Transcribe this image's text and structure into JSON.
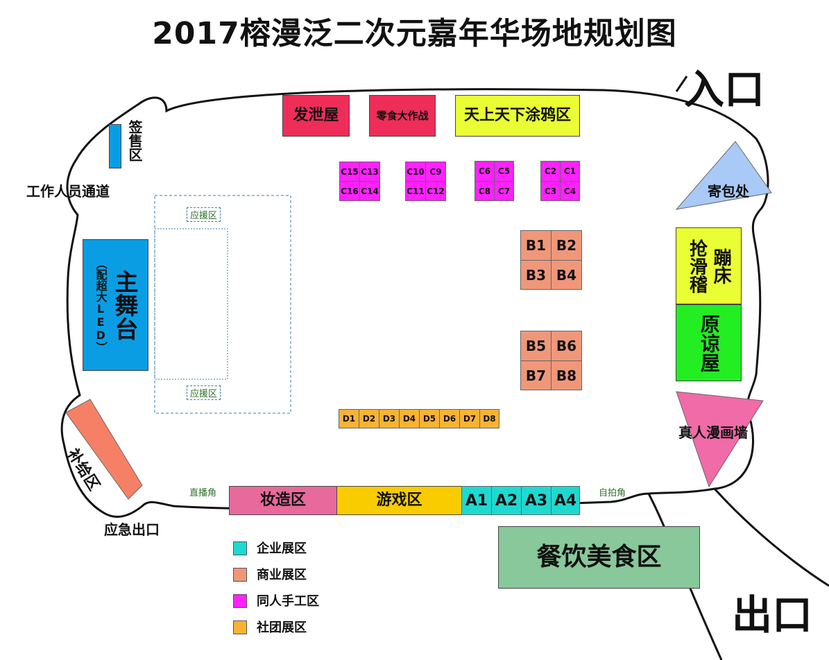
{
  "title": "2017榕漫泛二次元嘉年华场地规划图",
  "entrance": "入口",
  "exit": "出口",
  "emergency_exit": "应急出口",
  "staff_passage": "工作人员通道",
  "colors": {
    "enterprise": "#1ed9d0",
    "commerce": "#f0977a",
    "doujin": "#ff22ff",
    "club": "#f9b233",
    "main_stage": "#0b9de4",
    "ticket": "#0b9de4",
    "food": "#88c89a",
    "red": "#ee2e58",
    "yellow": "#eaff33",
    "green": "#22ee22",
    "pink": "#f06ba7",
    "baggage": "#a9c9f7",
    "supply": "#f68066",
    "makeup": "#e8699c",
    "games": "#f9cc00"
  },
  "zones": {
    "ticket": "签售区",
    "main_stage": "主舞台",
    "main_stage_note": "（配超大LED）",
    "cheer_top": "应援区",
    "cheer_bottom": "应援区",
    "supply": "补给区",
    "vent": "发泄屋",
    "snack": "零食大作战",
    "graffiti": "天上天下涂鸦区",
    "baggage": "寄包处",
    "funny": "抢滑稽",
    "trampoline": "蹦床",
    "original": "原谅屋",
    "manga_wall": "真人漫画墙",
    "makeup": "妆造区",
    "games": "游戏区",
    "food": "餐饮美食区",
    "live_corner": "直播角",
    "selfie_corner": "自拍角"
  },
  "booths": {
    "c_groups": [
      [
        "C15",
        "C13",
        "C16",
        "C14"
      ],
      [
        "C10",
        "C9",
        "C11",
        "C12"
      ],
      [
        "C6",
        "C5",
        "C8",
        "C7"
      ],
      [
        "C2",
        "C1",
        "C3",
        "C4"
      ]
    ],
    "b_groups": [
      [
        "B1",
        "B2",
        "B3",
        "B4"
      ],
      [
        "B5",
        "B6",
        "B7",
        "B8"
      ]
    ],
    "d_row": [
      "D1",
      "D2",
      "D3",
      "D4",
      "D5",
      "D6",
      "D7",
      "D8"
    ],
    "a_row": [
      "A1",
      "A2",
      "A3",
      "A4"
    ]
  },
  "legend": [
    {
      "label": "企业展区",
      "color": "#1ed9d0"
    },
    {
      "label": "商业展区",
      "color": "#f0977a"
    },
    {
      "label": "同人手工区",
      "color": "#ff22ff"
    },
    {
      "label": "社团展区",
      "color": "#f9b233"
    }
  ]
}
